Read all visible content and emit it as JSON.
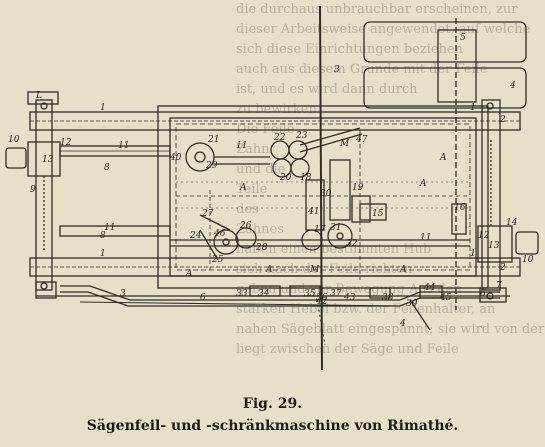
{
  "figure": {
    "number_label": "Fig. 29.",
    "title": "Sägenfeil- und -schränkmaschine von Rimathé."
  },
  "drawing_labels": [
    "1",
    "1",
    "1",
    "1",
    "2",
    "2",
    "3",
    "3",
    "4",
    "4",
    "5",
    "6",
    "6",
    "7",
    "8",
    "8",
    "9",
    "10",
    "10",
    "11",
    "11",
    "11",
    "11",
    "12",
    "12",
    "13",
    "13",
    "14",
    "15",
    "16",
    "17",
    "18",
    "19",
    "20",
    "21",
    "22",
    "23",
    "24",
    "25",
    "26",
    "27",
    "28",
    "29",
    "30",
    "31",
    "32",
    "33",
    "34",
    "35",
    "36",
    "37",
    "38",
    "39",
    "40",
    "41",
    "42",
    "43",
    "44",
    "45",
    "46",
    "47",
    "A",
    "A",
    "A",
    "A",
    "A",
    "A",
    "M",
    "M",
    "L"
  ]
}
